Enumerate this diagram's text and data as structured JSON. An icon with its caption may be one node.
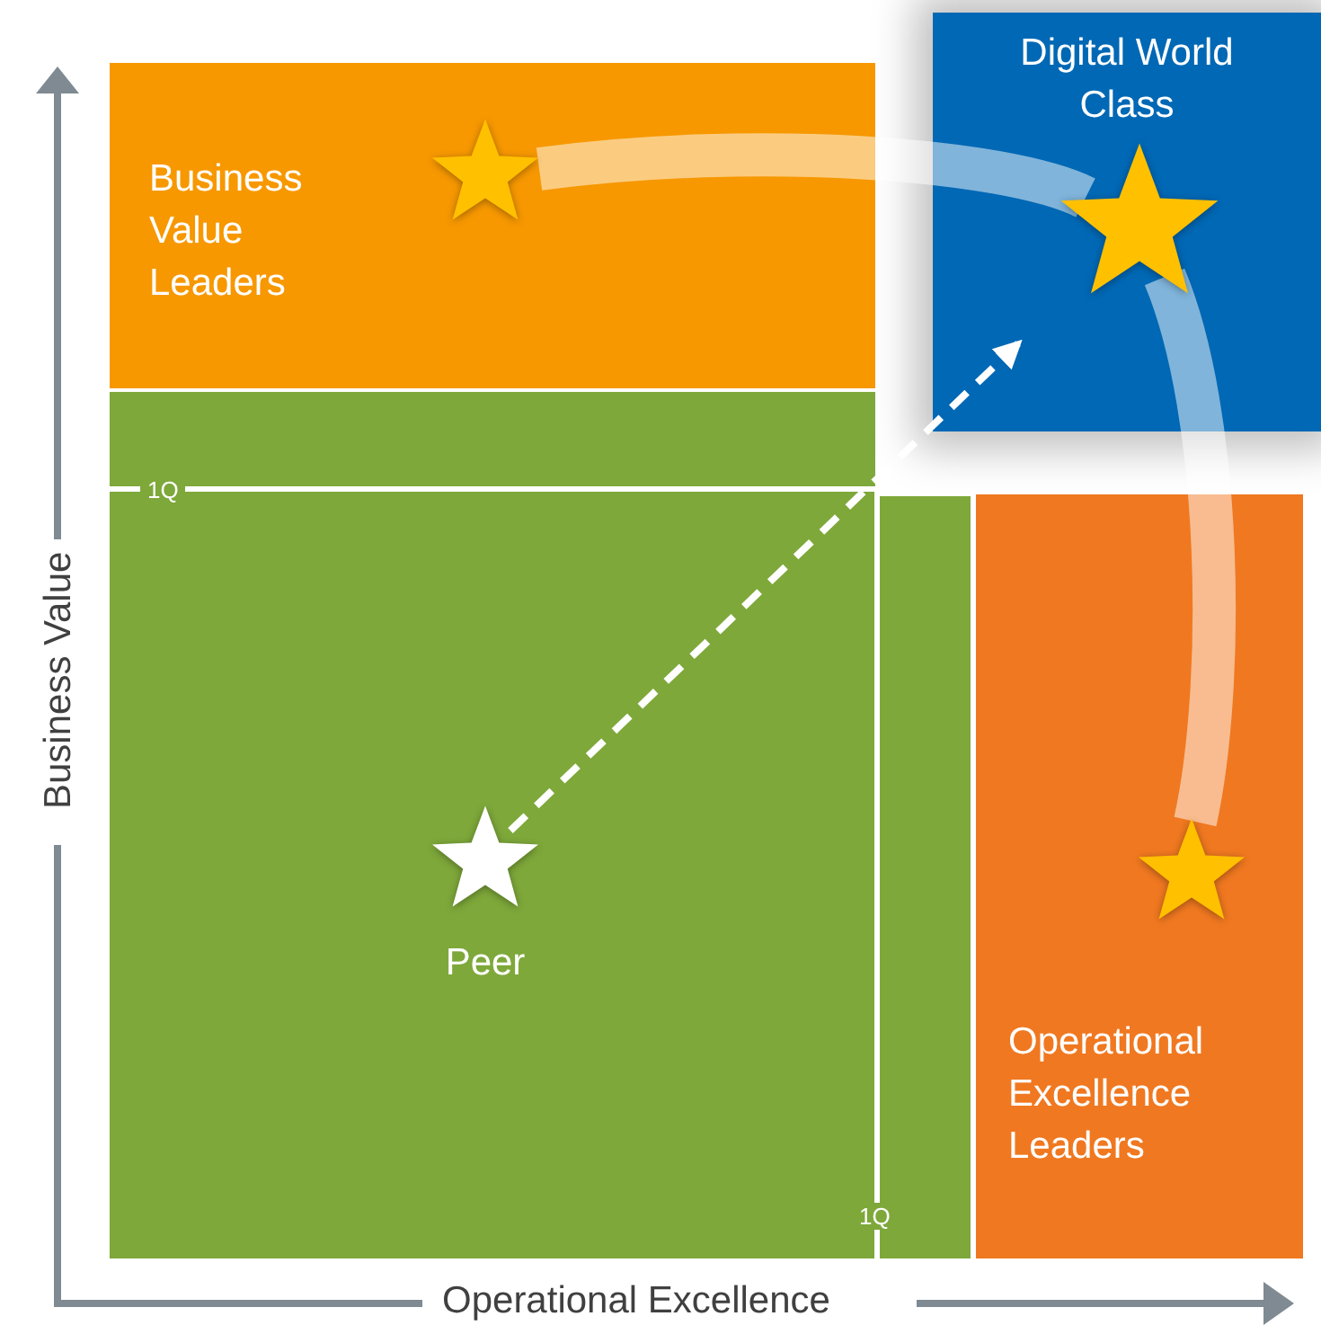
{
  "diagram": {
    "nodes": [
      {
        "text": [
          "Business Value Leaders"
        ]
      },
      {
        "text": [],
        "shape": "star",
        "in": 0
      },
      {
        "text": [
          "Digital World Class"
        ]
      },
      {
        "text": [],
        "shape": "star",
        "in": 2
      },
      {
        "text": [],
        "shape": "box"
      },
      {
        "text": [
          "Peer"
        ],
        "in": 4
      },
      {
        "text": [
          "Operational Excellence Leaders"
        ]
      },
      {
        "text": [],
        "shape": "star",
        "in": 6
      }
    ],
    "edges": [
      {
        "from": 5,
        "to": 2,
        "arrow": "to",
        "style": "dashed"
      },
      {
        "from": 1,
        "to": 3,
        "arrow": "none"
      },
      {
        "from": 3,
        "to": 7,
        "arrow": "none"
      }
    ],
    "labels": [
      "1Q",
      "1Q",
      "Business Value",
      "Operational Excellence"
    ]
  }
}
